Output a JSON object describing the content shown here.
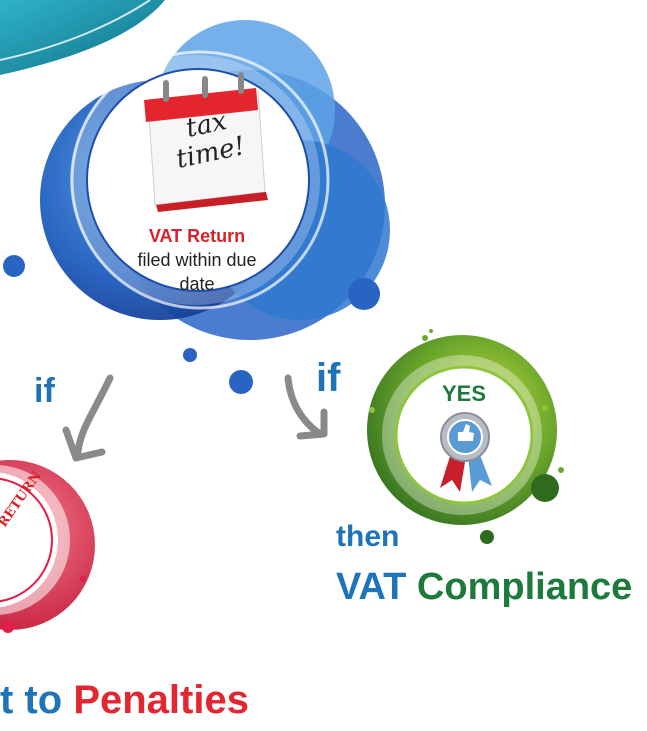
{
  "center": {
    "title": "VAT Return",
    "line1": "filed within due",
    "line2": "date",
    "calendar_line1": "tax",
    "calendar_line2": "time!"
  },
  "left_branch": {
    "condition": "if",
    "stamp_text": "RETURN",
    "outcome_part1": "t to",
    "outcome_part2": "Penalties"
  },
  "right_branch": {
    "condition": "if",
    "badge_text": "YES",
    "then_text": "then",
    "outcome_part1": "VAT",
    "outcome_part2": "Compliance"
  },
  "colors": {
    "blue": "#1f73b7",
    "green": "#1e7a3c",
    "red": "#e32630",
    "navy": "#1d3f9a",
    "lime": "#8dc63f"
  },
  "icons": [
    "calendar-icon",
    "award-ribbon-icon",
    "stamp-icon",
    "arrow-icon"
  ]
}
